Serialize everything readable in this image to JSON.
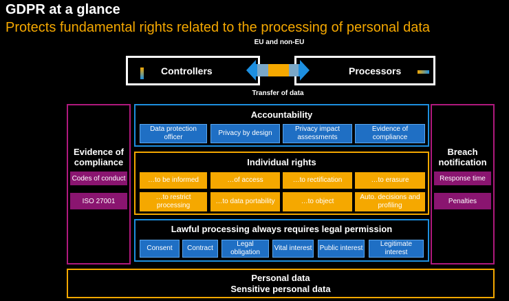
{
  "title": "GDPR at a glance",
  "subtitle": "Protects fundamental rights related to the processing of personal data",
  "flow": {
    "top_label": "EU and non-EU",
    "bottom_label": "Transfer of data",
    "left": "Controllers",
    "right": "Processors"
  },
  "left_panel": {
    "title": "Evidence of compliance",
    "items": [
      "Codes of conduct",
      "ISO 27001"
    ]
  },
  "right_panel": {
    "title": "Breach notification",
    "items": [
      "Response time",
      "Penalties"
    ]
  },
  "accountability": {
    "title": "Accountability",
    "items": [
      "Data protection officer",
      "Privacy by design",
      "Privacy impact assessments",
      "Evidence of compliance"
    ]
  },
  "rights": {
    "title": "Individual rights",
    "row1": [
      "…to be informed",
      "…of access",
      "…to rectification",
      "…to erasure"
    ],
    "row2": [
      "…to restrict processing",
      "…to data portability",
      "…to object",
      "Auto. decisions and profiling"
    ]
  },
  "lawful": {
    "title": "Lawful processing always requires legal permission",
    "items": [
      "Consent",
      "Contract",
      "Legal obligation",
      "Vital interest",
      "Public interest",
      "Legitimate interest"
    ]
  },
  "bottom": {
    "line1": "Personal data",
    "line2": "Sensitive personal data"
  },
  "colors": {
    "blue": "#1f6fc4",
    "orange": "#f5a800",
    "magenta": "#b0197e"
  }
}
